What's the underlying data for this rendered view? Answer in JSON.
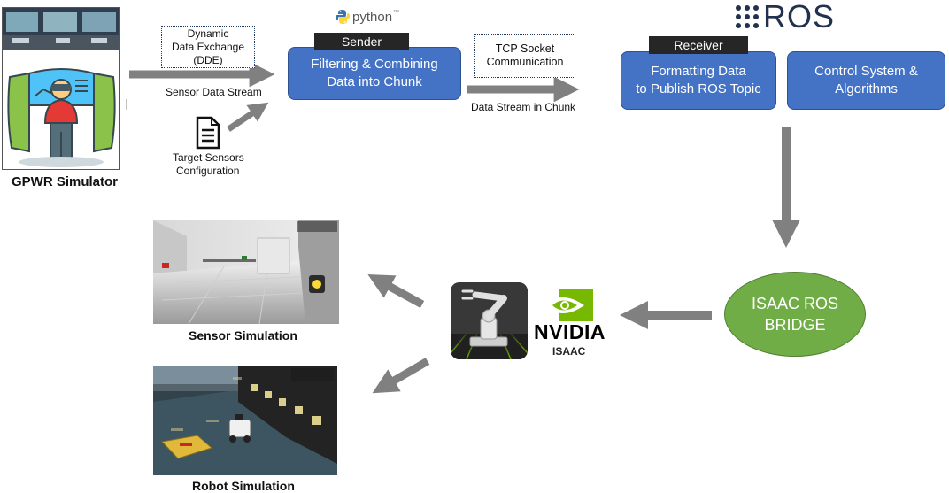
{
  "simulator": {
    "caption": "GPWR Simulator"
  },
  "dde": {
    "line1": "Dynamic",
    "line2": "Data Exchange",
    "line3": "(DDE)"
  },
  "sensor_stream": {
    "label": "Sensor Data Stream"
  },
  "target_sensors": {
    "line1": "Target Sensors",
    "line2": "Configuration"
  },
  "python_logo": {
    "text": "python",
    "tm": "™"
  },
  "sender": {
    "tag": "Sender",
    "line1": "Filtering & Combining",
    "line2": "Data into Chunk"
  },
  "tcp": {
    "line1": "TCP Socket",
    "line2": "Communication"
  },
  "chunk_stream": {
    "label": "Data Stream in Chunk"
  },
  "ros_logo": {
    "text": "ROS"
  },
  "receiver": {
    "tag": "Receiver",
    "line1": "Formatting Data",
    "line2": "to Publish ROS Topic"
  },
  "control": {
    "line1": "Control System &",
    "line2": "Algorithms"
  },
  "bridge": {
    "line1": "ISAAC ROS",
    "line2": "BRIDGE"
  },
  "nvidia": {
    "brand": "NVIDIA",
    "product": "ISAAC"
  },
  "sensor_sim": {
    "caption": "Sensor Simulation"
  },
  "robot_sim": {
    "caption": "Robot Simulation"
  },
  "colors": {
    "box_blue": "#4472c4",
    "bridge_green": "#70ad47",
    "arrow_gray": "#808080",
    "nvidia_green": "#76b900"
  }
}
